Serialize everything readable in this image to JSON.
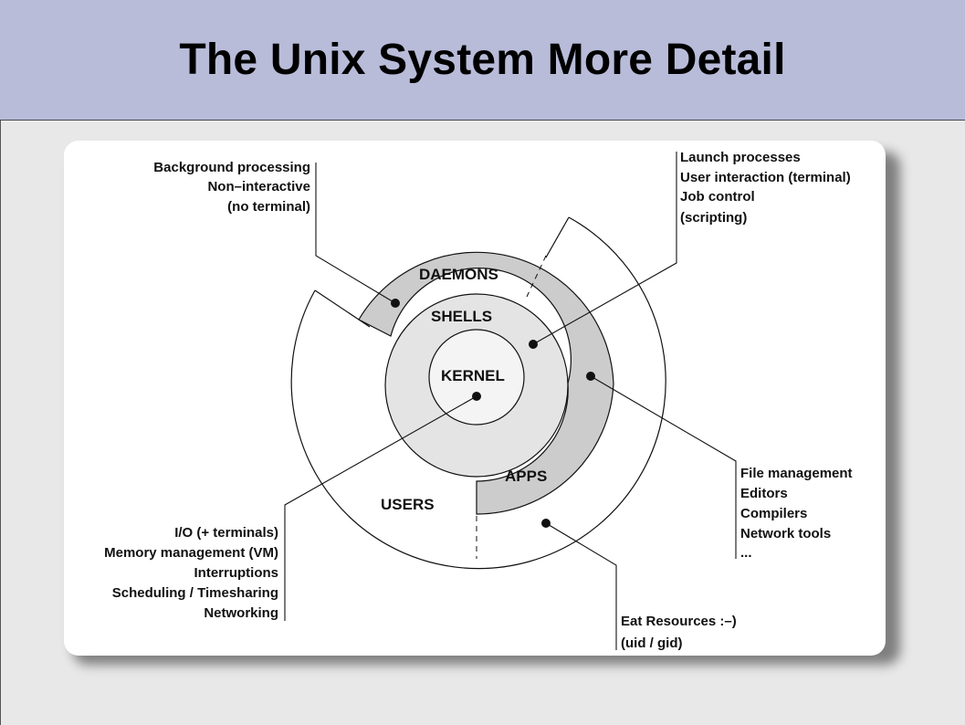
{
  "title": "The Unix System More Detail",
  "rings": {
    "kernel": "KERNEL",
    "shells": "SHELLS",
    "daemons": "DAEMONS",
    "apps": "APPS",
    "users": "USERS"
  },
  "annotations": {
    "daemons": [
      "Background processing",
      "Non–interactive",
      "(no terminal)"
    ],
    "shells": [
      "Launch processes",
      "User interaction (terminal)",
      "Job control",
      "(scripting)"
    ],
    "kernel": [
      "I/O (+ terminals)",
      "Memory management (VM)",
      "Interruptions",
      "Scheduling / Timesharing",
      "Networking"
    ],
    "apps": [
      "File management",
      "Editors",
      "Compilers",
      "Network tools",
      "..."
    ],
    "users": [
      "Eat Resources :–)",
      "(uid / gid)"
    ]
  },
  "colors": {
    "header_bg": "#b8bcd9",
    "page_bg": "#e8e8e8",
    "kernel_fill": "#f4f4f4",
    "shells_fill": "#e4e4e4",
    "daemons_apps_fill": "#cccccc"
  }
}
